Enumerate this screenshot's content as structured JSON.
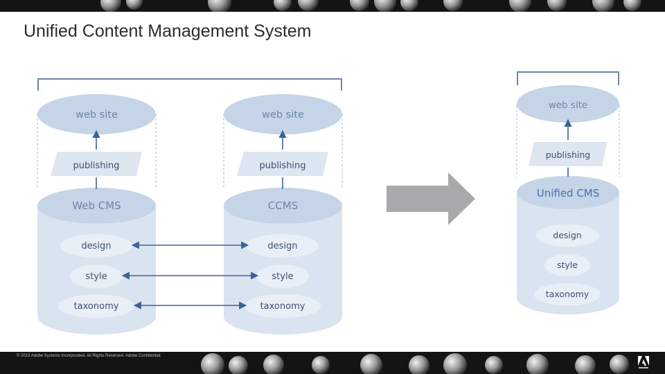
{
  "slide": {
    "title": "Unified Content Management System",
    "footer": "© 2013 Adobe Systems Incorporated. All Rights Reserved. Adobe Confidential."
  },
  "diagram": {
    "left_system": {
      "top": "web site",
      "middle": "publishing",
      "base": "Web CMS",
      "layers": [
        "design",
        "style",
        "taxonomy"
      ]
    },
    "right_system": {
      "top": "web site",
      "middle": "publishing",
      "base": "CCMS",
      "layers": [
        "design",
        "style",
        "taxonomy"
      ]
    },
    "unified_system": {
      "top": "web site",
      "middle": "publishing",
      "base": "Unified CMS",
      "layers": [
        "design",
        "style",
        "taxonomy"
      ]
    }
  },
  "colors": {
    "cylinder_top": "#c5d4e7",
    "cylinder_body": "#dae4f0",
    "label_text": "#6e84a8",
    "layer_fill": "#e9eff6",
    "arrow_blue": "#3d6296",
    "big_arrow": "#a8a9ab",
    "title_text": "#2b2b2b",
    "band": "#141414"
  },
  "icons": {
    "logo": "adobe-logo-icon"
  }
}
